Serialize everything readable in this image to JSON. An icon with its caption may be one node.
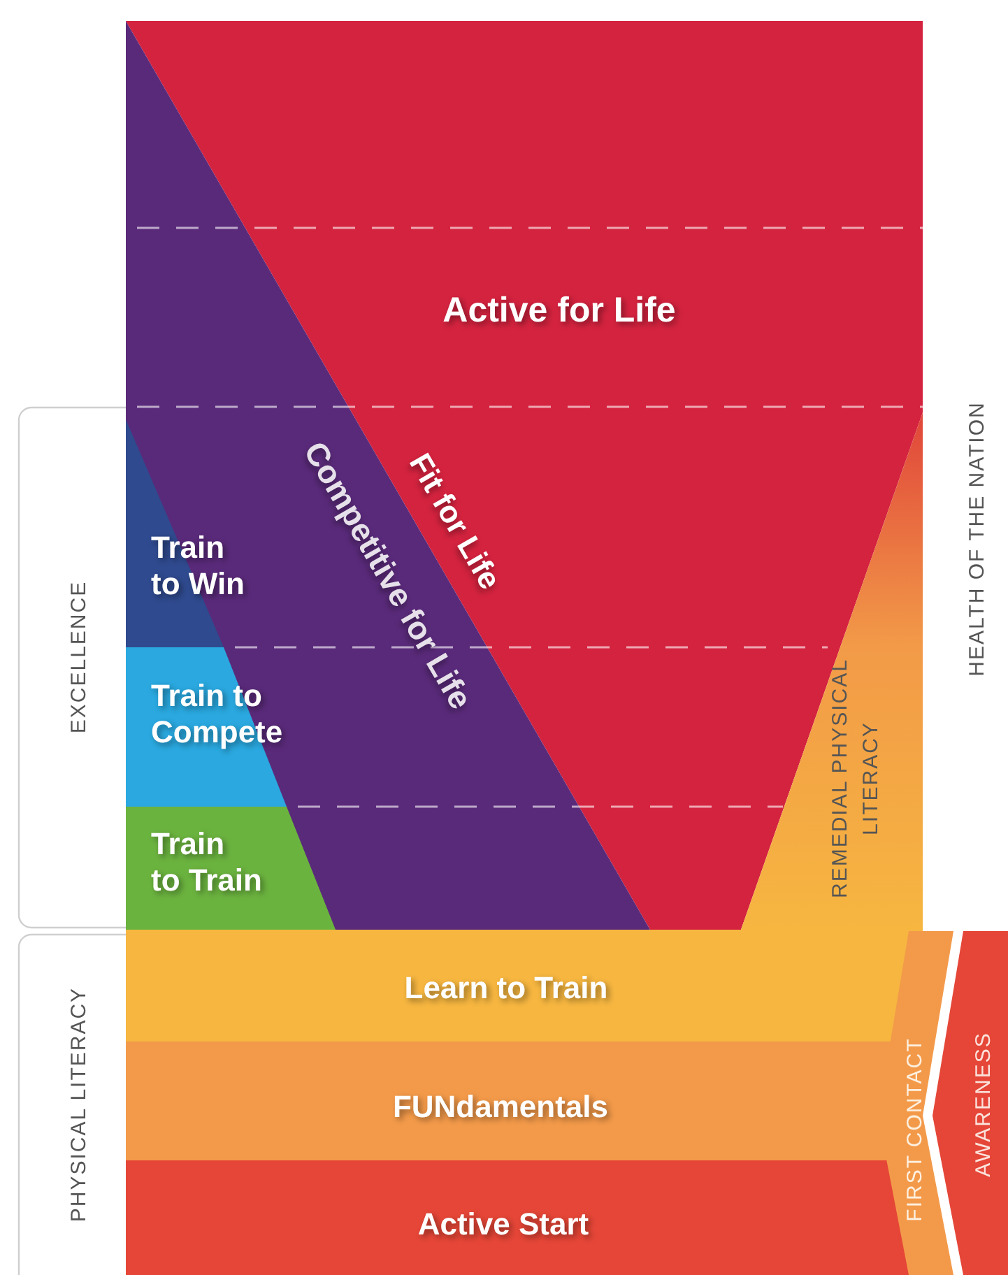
{
  "diagram": {
    "nodes": [
      {
        "text": [
          "Active for Life",
          "Fit for Life"
        ]
      },
      {
        "text": [
          "Competitive for Life"
        ]
      },
      {
        "text": [
          "Train to Win"
        ],
        "in": 1
      },
      {
        "text": [
          "Train to Compete"
        ],
        "in": 1
      },
      {
        "text": [
          "Train to Train"
        ],
        "in": 1
      },
      {
        "text": [
          "REMEDIAL PHYSICAL LITERACY"
        ]
      },
      {
        "text": [
          "Learn to Train"
        ]
      },
      {
        "text": [
          "FUNdamentals"
        ]
      },
      {
        "text": [
          "Active Start"
        ]
      },
      {
        "text": [
          "FIRST CONTACT"
        ]
      },
      {
        "text": [
          "AWARENESS"
        ]
      },
      {
        "text": [
          "EXCELLENCE"
        ]
      },
      {
        "text": [
          "PHYSICAL LITERACY"
        ]
      }
    ],
    "labels": [
      "HEALTH OF THE NATION"
    ]
  }
}
